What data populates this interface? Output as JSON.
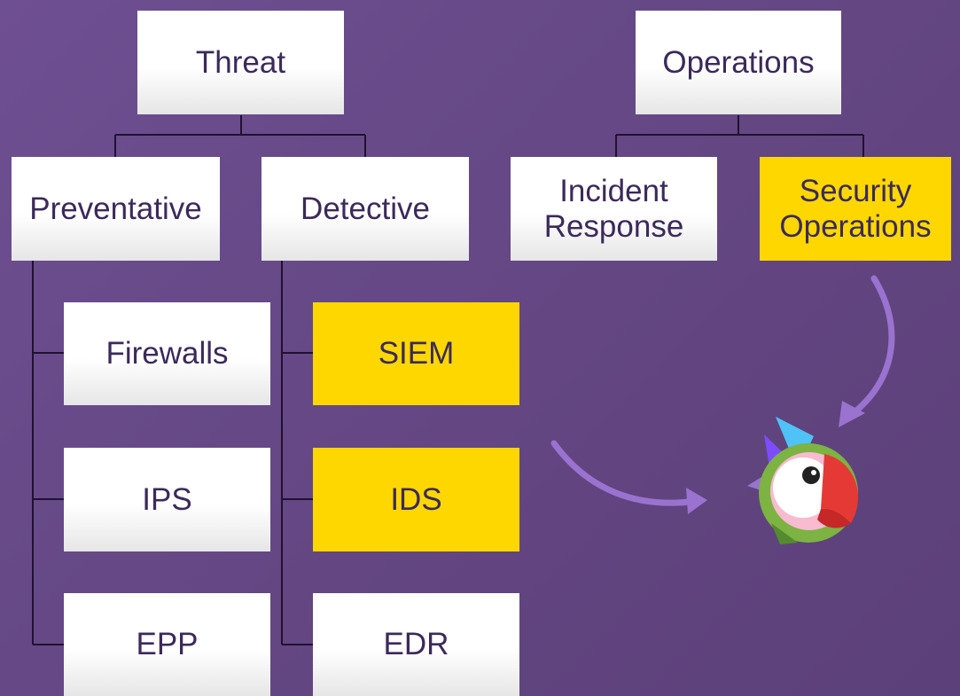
{
  "colors": {
    "background": "#634682",
    "box_default": "#ffffff",
    "box_highlight": "#ffd700",
    "text": "#3b2a5a",
    "connector": "#1f1230",
    "arrow": "#9a72cf"
  },
  "nodes": {
    "threat": "Threat",
    "operations": "Operations",
    "preventative": "Preventative",
    "detective": "Detective",
    "incident_response": "Incident\nResponse",
    "security_operations": "Security\nOperations",
    "firewalls": "Firewalls",
    "ips": "IPS",
    "epp": "EPP",
    "siem": "SIEM",
    "ids": "IDS",
    "edr": "EDR"
  },
  "highlighted": [
    "security_operations",
    "siem",
    "ids"
  ],
  "icons": {
    "logo": "parrot-logo-icon",
    "arrows": [
      "curved-arrow-icon",
      "curved-arrow-icon"
    ]
  }
}
